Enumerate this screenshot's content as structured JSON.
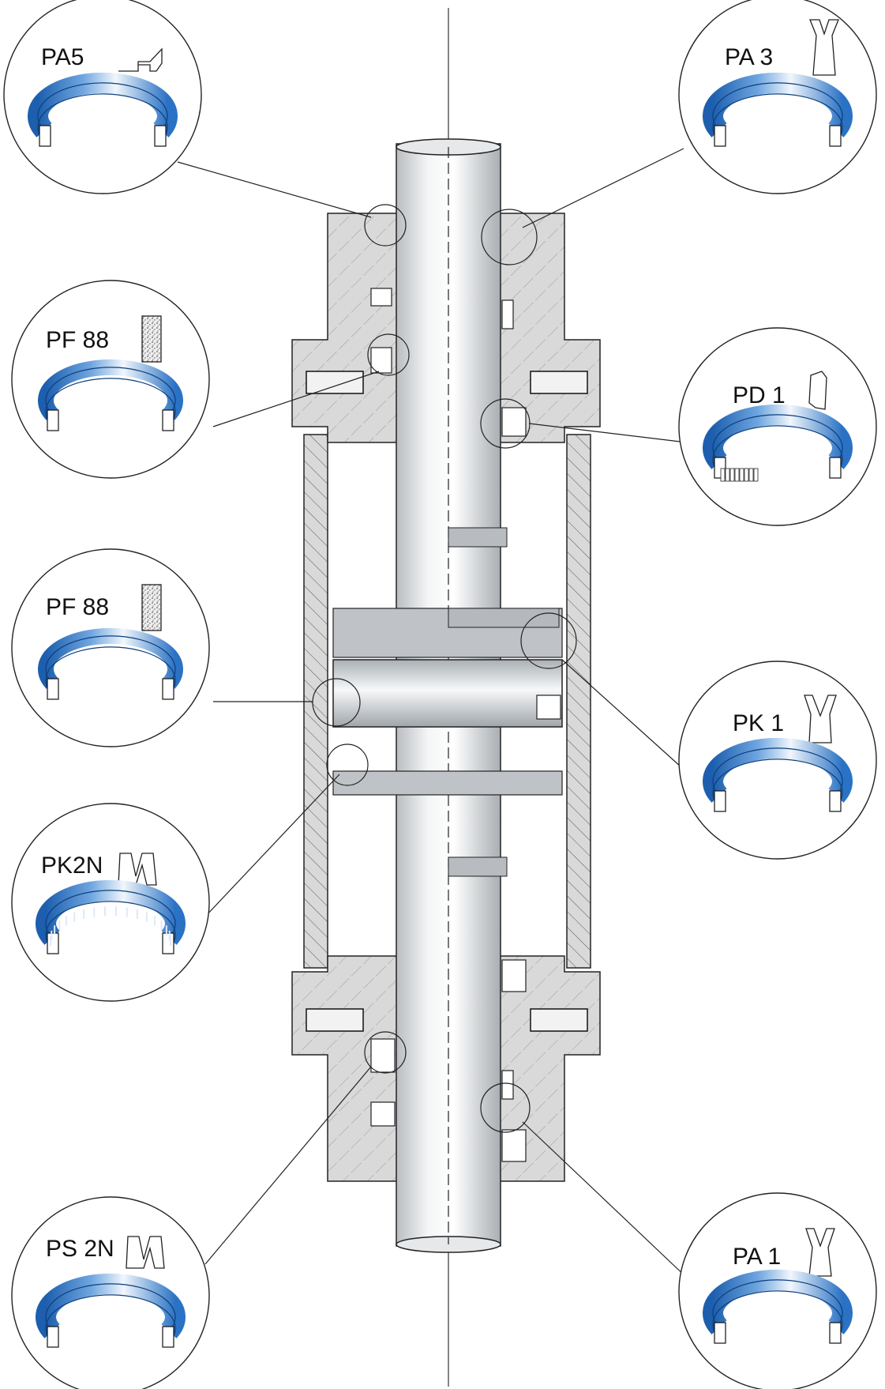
{
  "diagram": {
    "colors": {
      "seal_blue": "#1f6fc0",
      "seal_light": "#e8f1fb",
      "hatch": "#d9d9d9",
      "steel": "#cfd3d6",
      "outline": "#222222"
    },
    "callouts": [
      {
        "id": "pa5",
        "label": "PA5",
        "profile": "stepped-lip",
        "ring": "lip-ring"
      },
      {
        "id": "pf88a",
        "label": "PF 88",
        "profile": "porous-strip",
        "ring": "split-band"
      },
      {
        "id": "pf88b",
        "label": "PF 88",
        "profile": "porous-strip",
        "ring": "split-band"
      },
      {
        "id": "pk2n",
        "label": "PK2N",
        "profile": "double-u",
        "ring": "spring-ring"
      },
      {
        "id": "ps2n",
        "label": "PS 2N",
        "profile": "double-u",
        "ring": "lip-ring"
      },
      {
        "id": "pa3",
        "label": "PA 3",
        "profile": "y-lip-oring",
        "ring": "lip-ring"
      },
      {
        "id": "pd1",
        "label": "PD 1",
        "profile": "wiper",
        "ring": "stepped-ring"
      },
      {
        "id": "pk1",
        "label": "PK 1",
        "profile": "u-cup",
        "ring": "lip-ring"
      },
      {
        "id": "pa1",
        "label": "PA 1",
        "profile": "y-lip",
        "ring": "lip-ring"
      }
    ]
  }
}
